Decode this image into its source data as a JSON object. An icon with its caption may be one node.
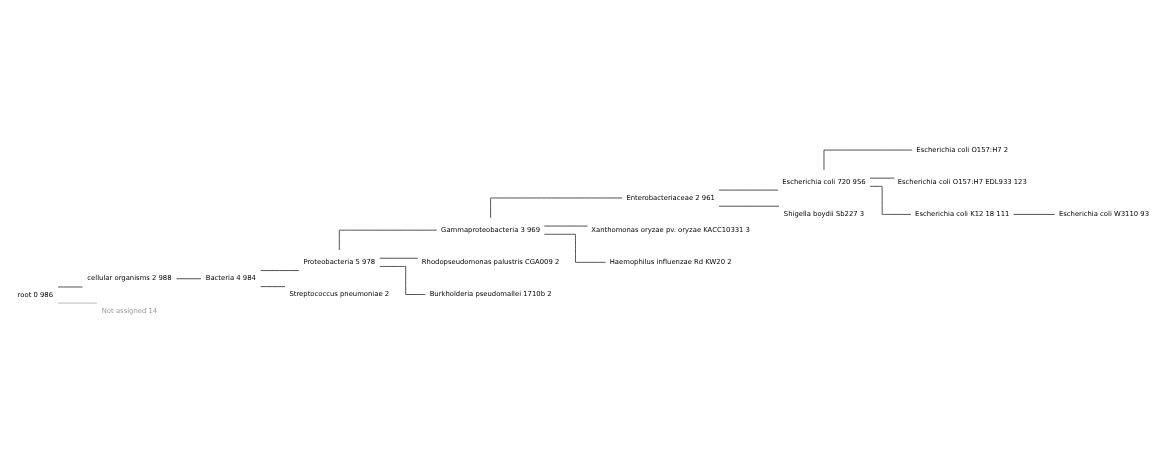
{
  "diagram": {
    "nodes": [
      {
        "text": [
          "root 0 986"
        ]
      },
      {
        "text": [
          "cellular organisms 2 988"
        ]
      },
      {
        "text": [
          "Bacteria 4 984"
        ]
      },
      {
        "text": [
          "Proteobacteria 5 978"
        ]
      },
      {
        "text": [
          "Gammaproteobacteria 3 969"
        ]
      },
      {
        "text": [
          "Enterobacteriaceae 2 961"
        ]
      },
      {
        "text": [
          "Escherichia coli 720 956"
        ]
      },
      {
        "text": [
          "Rhodopseudomonas palustris CGA009 2"
        ]
      },
      {
        "text": [
          "Xanthomonas oryzae pv. oryzae KACC10331 3"
        ]
      },
      {
        "text": [
          "Escherichia coli O157:H7 2"
        ]
      },
      {
        "text": [
          "Escherichia coli O157:H7 EDL933 123"
        ]
      },
      {
        "text": [
          "Escherichia coli K12 18 111"
        ]
      },
      {
        "text": [
          "Escherichia coli W3110 93"
        ]
      },
      {
        "text": [
          "Shigella boydii Sb227 3"
        ]
      },
      {
        "text": [
          "Haemophilus influenzae Rd KW20 2"
        ]
      },
      {
        "text": [
          "Burkholderia pseudomallei 1710b 2"
        ]
      },
      {
        "text": [
          "Streptococcus pneumoniae 2"
        ]
      },
      {
        "text": [
          "Not assigned 14"
        ]
      }
    ],
    "edges": [
      {
        "from": 0,
        "to": 1,
        "arrow": "none"
      },
      {
        "from": 1,
        "to": 2,
        "arrow": "none"
      },
      {
        "from": 2,
        "to": 3,
        "arrow": "none"
      },
      {
        "from": 3,
        "to": 7,
        "arrow": "none"
      },
      {
        "from": 3,
        "to": 4,
        "arrow": "none"
      },
      {
        "from": 4,
        "to": 8,
        "arrow": "none"
      },
      {
        "from": 4,
        "to": 5,
        "arrow": "none"
      },
      {
        "from": 5,
        "to": 6,
        "arrow": "none"
      },
      {
        "from": 6,
        "to": 9,
        "arrow": "none"
      },
      {
        "from": 6,
        "to": 10,
        "arrow": "none"
      },
      {
        "from": 6,
        "to": 11,
        "arrow": "none"
      },
      {
        "from": 11,
        "to": 12,
        "arrow": "none"
      },
      {
        "from": 5,
        "to": 13,
        "arrow": "none"
      },
      {
        "from": 4,
        "to": 14,
        "arrow": "none"
      },
      {
        "from": 3,
        "to": 15,
        "arrow": "none"
      },
      {
        "from": 2,
        "to": 16,
        "arrow": "none"
      },
      {
        "from": 0,
        "to": 17,
        "arrow": "none",
        "color": "#999999"
      }
    ]
  }
}
